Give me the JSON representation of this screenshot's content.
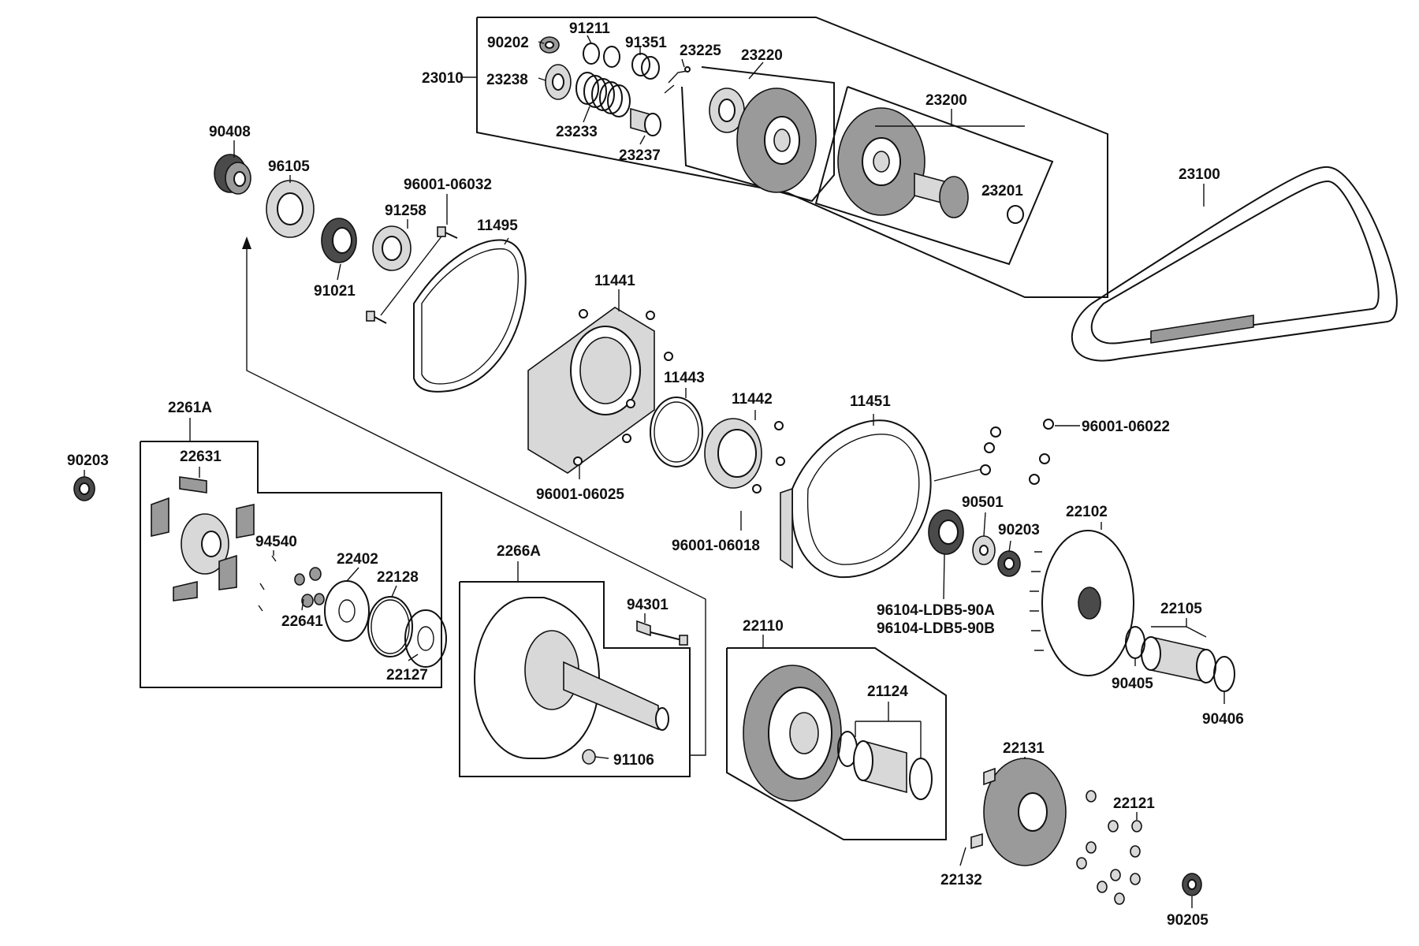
{
  "diagram": {
    "part_labels": {
      "p23010": "23010",
      "p90202": "90202",
      "p91211": "91211",
      "p91351": "91351",
      "p23225": "23225",
      "p23220": "23220",
      "p23238": "23238",
      "p23233": "23233",
      "p23237": "23237",
      "p23200": "23200",
      "p23201": "23201",
      "p23100": "23100",
      "p90408": "90408",
      "p96105": "96105",
      "p96001_06032": "96001-06032",
      "p91258": "91258",
      "p11495": "11495",
      "p91021": "91021",
      "p11441": "11441",
      "p11443": "11443",
      "p11442": "11442",
      "p11451": "11451",
      "p96001_06022": "96001-06022",
      "p96001_06025": "96001-06025",
      "p96001_06018": "96001-06018",
      "p90501": "90501",
      "p90203b": "90203",
      "p22102": "22102",
      "p96104a": "96104-LDB5-90A",
      "p96104b": "96104-LDB5-90B",
      "p22105": "22105",
      "p90405": "90405",
      "p90406": "90406",
      "p2261A": "2261A",
      "p90203a": "90203",
      "p22631": "22631",
      "p94540": "94540",
      "p22402": "22402",
      "p22128": "22128",
      "p22641": "22641",
      "p22127": "22127",
      "p2266A": "2266A",
      "p94301": "94301",
      "p91106": "91106",
      "p22110": "22110",
      "p21124": "21124",
      "p22131": "22131",
      "p22121": "22121",
      "p22132": "22132",
      "p90205": "90205"
    }
  }
}
